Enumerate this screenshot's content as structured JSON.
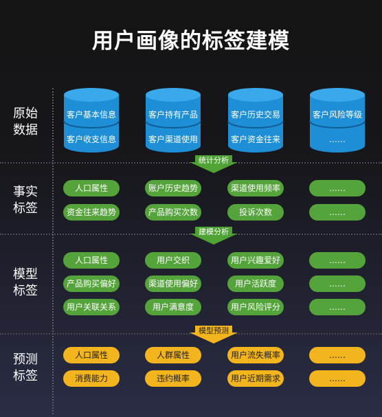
{
  "title": "用户画像的标签建模",
  "sections": {
    "raw": [
      "原始",
      "数据"
    ],
    "fact": [
      "事实",
      "标签"
    ],
    "model": [
      "模型",
      "标签"
    ],
    "predict": [
      "预测",
      "标签"
    ]
  },
  "databases": [
    {
      "top": "客户基本信息",
      "bottom": "客户收支信息"
    },
    {
      "top": "客户持有产品",
      "bottom": "客户渠道使用"
    },
    {
      "top": "客户历史交易",
      "bottom": "客户资金往来"
    },
    {
      "top": "客户风险等级",
      "bottom": "……"
    }
  ],
  "arrows": {
    "stats": "统计分析",
    "modeling": "建模分析",
    "prediction": "模型预测"
  },
  "fact_tags": [
    [
      "人口属性",
      "账户历史趋势",
      "渠道使用频率",
      "……"
    ],
    [
      "资金往来趋势",
      "产品购买次数",
      "投诉次数",
      "……"
    ]
  ],
  "model_tags": [
    [
      "人口属性",
      "用户交织",
      "用户兴趣爱好",
      "……"
    ],
    [
      "产品购买偏好",
      "渠道使用偏好",
      "用户活跃度",
      "……"
    ],
    [
      "用户关联关系",
      "用户满意度",
      "用户风险评分",
      "……"
    ]
  ],
  "predict_tags": [
    [
      "人口属性",
      "人群属性",
      "用户流失概率",
      "……"
    ],
    [
      "消费能力",
      "违约概率",
      "用户近期需求",
      "……"
    ]
  ],
  "colors": {
    "database": "#1e8fd6",
    "fact_tag": "#55a33b",
    "model_tag": "#55a33b",
    "predict_tag": "#f2b51d",
    "arrow_green": "#4fa234",
    "arrow_yellow": "#f2b51d"
  }
}
